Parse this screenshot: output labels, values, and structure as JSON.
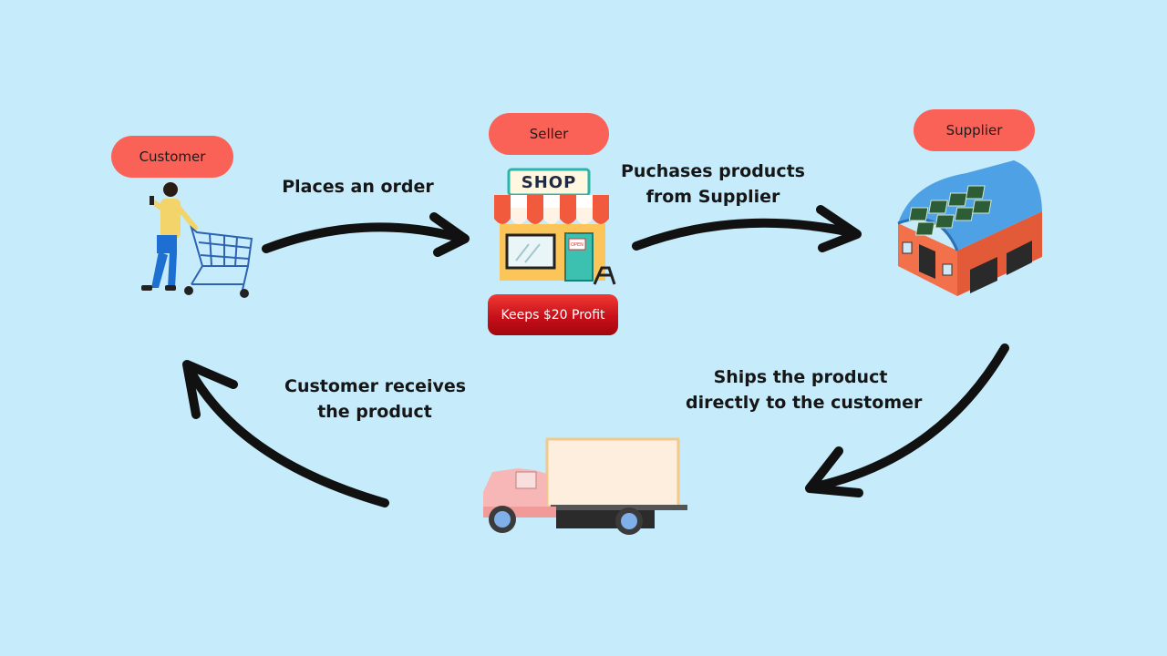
{
  "nodes": {
    "customer": "Customer",
    "seller": "Seller",
    "supplier": "Supplier"
  },
  "shop_sign": "SHOP",
  "shop_open_tag": "OPEN",
  "profit_badge": "Keeps $20 Profit",
  "steps": {
    "place_order": [
      "Places an order"
    ],
    "purchase": [
      "Puchases products",
      "from Supplier"
    ],
    "ship": [
      "Ships the product",
      "directly to the customer"
    ],
    "receive": [
      "Customer receives",
      "the product"
    ]
  },
  "colors": {
    "background": "#c6ecfb",
    "pill": "#fa6258",
    "profit": "#c8101a",
    "arrow": "#111111"
  }
}
